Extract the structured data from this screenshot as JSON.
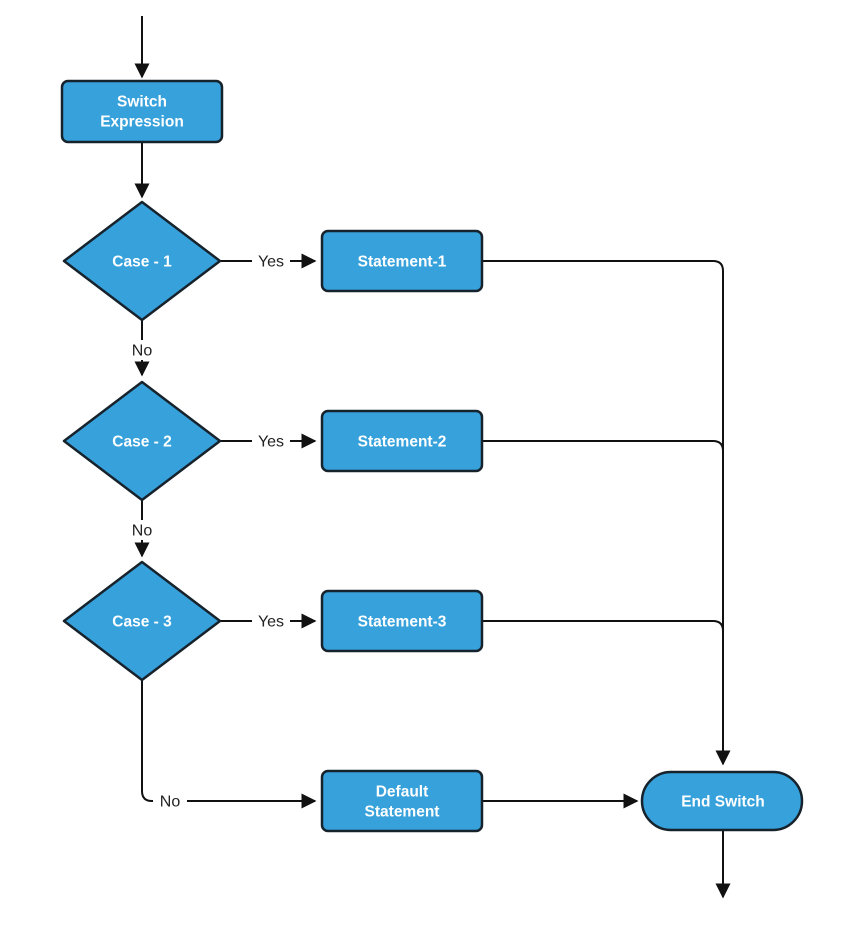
{
  "diagram": {
    "type": "flowchart",
    "subject": "switch-statement-control-flow",
    "colors": {
      "canvas_bg": "#ffffff",
      "node_fill": "#37a1db",
      "node_stroke": "#16222c",
      "line_color": "#111111",
      "node_text_color": "#ffffff",
      "edge_label_color": "#222222"
    },
    "nodes": {
      "switch_expression": {
        "type": "process",
        "line1": "Switch",
        "line2": "Expression"
      },
      "case_1": {
        "type": "decision",
        "label": "Case - 1"
      },
      "statement_1": {
        "type": "process",
        "label": "Statement-1"
      },
      "case_2": {
        "type": "decision",
        "label": "Case - 2"
      },
      "statement_2": {
        "type": "process",
        "label": "Statement-2"
      },
      "case_3": {
        "type": "decision",
        "label": "Case - 3"
      },
      "statement_3": {
        "type": "process",
        "label": "Statement-3"
      },
      "default_statement": {
        "type": "process",
        "line1": "Default",
        "line2": "Statement"
      },
      "end_switch": {
        "type": "terminator",
        "label": "End Switch"
      }
    },
    "edge_labels": {
      "case_1_yes": "Yes",
      "case_1_no": "No",
      "case_2_yes": "Yes",
      "case_2_no": "No",
      "case_3_yes": "Yes",
      "case_3_no": "No"
    }
  }
}
